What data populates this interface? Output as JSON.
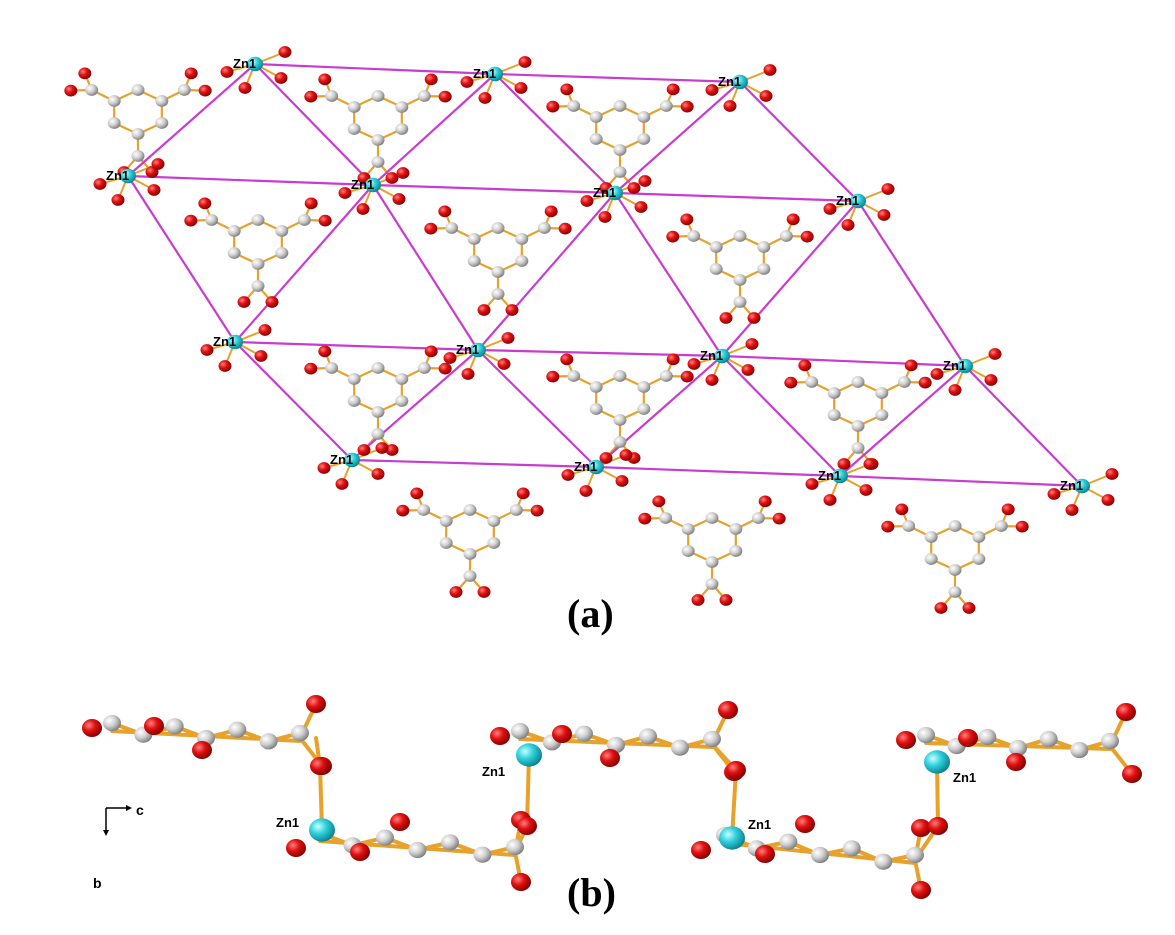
{
  "figure": {
    "panel_a_label": "(a)",
    "panel_b_label": "(b)",
    "atom_label": "Zn1",
    "axis_c": "c",
    "axis_b": "b"
  },
  "colors": {
    "zinc": "#2fd0dc",
    "oxygen": "#dd0a0a",
    "carbon": "#c8c8c8",
    "bond": "#e6a22a",
    "network": "#c83cd0"
  }
}
